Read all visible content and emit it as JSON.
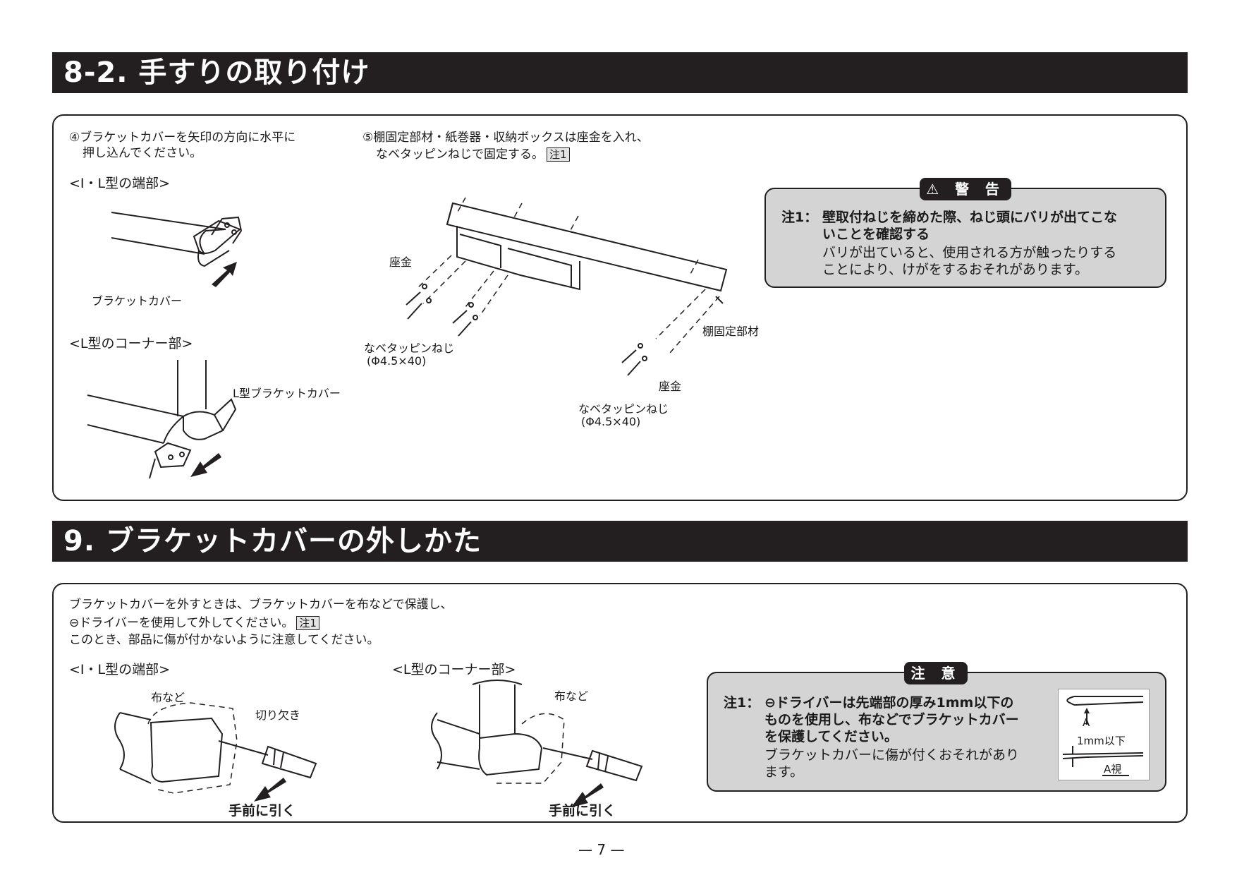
{
  "section1": {
    "title": "8-2. 手すりの取り付け",
    "step4": [
      "④ブラケットカバーを矢印の方向に水平に",
      "押し込んでください。"
    ],
    "step5": [
      "⑤棚固定部材・紙巻器・収納ボックスは座金を入れ、",
      "なベタッピンねじで固定する。"
    ],
    "step5_note": "注1",
    "sub_end": "<I・L型の端部>",
    "sub_corner": "<L型のコーナー部>",
    "label_bracket_cover": "ブラケットカバー",
    "label_l_bracket_cover": "L型ブラケットカバー",
    "label_washer": "座金",
    "label_washer2": "座金",
    "label_screw": "なベタッピンねじ",
    "label_screw_size": "(Φ4.5×40)",
    "label_screw2": "なベタッピンねじ",
    "label_screw_size2": "(Φ4.5×40)",
    "label_shelf": "棚固定部材",
    "warning": {
      "badge": "⚠ 警 告",
      "prefix": "注1：",
      "bold_lines": [
        "壁取付ねじを締めた際、ねじ頭にバリが出てこな",
        "いことを確認する"
      ],
      "lines": [
        "バリが出ていると、使用される方が触ったりする",
        "ことにより、けがをするおそれがあります。"
      ]
    }
  },
  "section2": {
    "title": "9. ブラケットカバーの外しかた",
    "intro": [
      "ブラケットカバーを外すときは、ブラケットカバーを布などで保護し、",
      "⊖ドライバーを使用して外してください。",
      "このとき、部品に傷が付かないように注意してください。"
    ],
    "intro_note": "注1",
    "sub_end": "<I・L型の端部>",
    "sub_corner": "<L型のコーナー部>",
    "label_cloth": "布など",
    "label_notch": "切り欠き",
    "label_pull": "手前に引く",
    "label_cloth2": "布など",
    "label_pull2": "手前に引く",
    "caution": {
      "badge": "注 意",
      "prefix": "注1：",
      "bold_lines": [
        "⊖ドライバーは先端部の厚み1mm以下の",
        "ものを使用し、布などでブラケットカバー",
        "を保護してください。"
      ],
      "lines": [
        "ブラケットカバーに傷が付くおそれがあり",
        "ます。"
      ],
      "fig_a": "A",
      "fig_thickness": "1mm以下",
      "fig_view": "A視"
    }
  },
  "page_number": "— 7 —"
}
